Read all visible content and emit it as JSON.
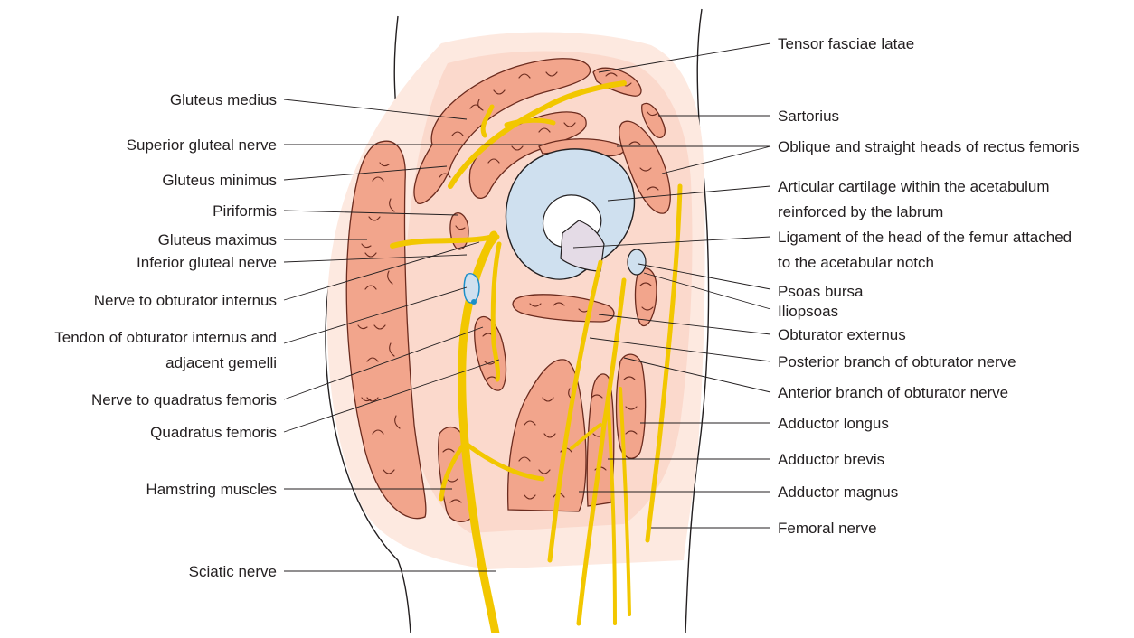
{
  "diagram": {
    "colors": {
      "muscle": "#f2a58c",
      "muscle_outline": "#6b2b1e",
      "nerve": "#f2c700",
      "cartilage": "#cfe0ef",
      "ligament": "#e4dbe6",
      "outer_region": "#fde9e0",
      "inner_region": "#fbd9cc"
    },
    "labels_left": [
      "Gluteus medius",
      "Superior gluteal nerve",
      "Gluteus minimus",
      "Piriformis",
      "Gluteus maximus",
      "Inferior gluteal nerve",
      "Nerve to obturator internus",
      "Tendon of obturator internus and",
      "adjacent gemelli",
      "Nerve to quadratus femoris",
      "Quadratus femoris",
      "Hamstring muscles",
      "Sciatic nerve"
    ],
    "labels_right": [
      "Tensor fasciae latae",
      "Sartorius",
      "Oblique and straight heads of rectus femoris",
      "Articular cartilage within the acetabulum",
      "reinforced by the labrum",
      "Ligament of the head of the femur attached",
      "to the acetabular notch",
      "Psoas bursa",
      "Iliopsoas",
      "Obturator externus",
      "Posterior branch of obturator nerve",
      "Anterior branch of obturator nerve",
      "Adductor longus",
      "Adductor brevis",
      "Adductor magnus",
      "Femoral nerve"
    ]
  }
}
